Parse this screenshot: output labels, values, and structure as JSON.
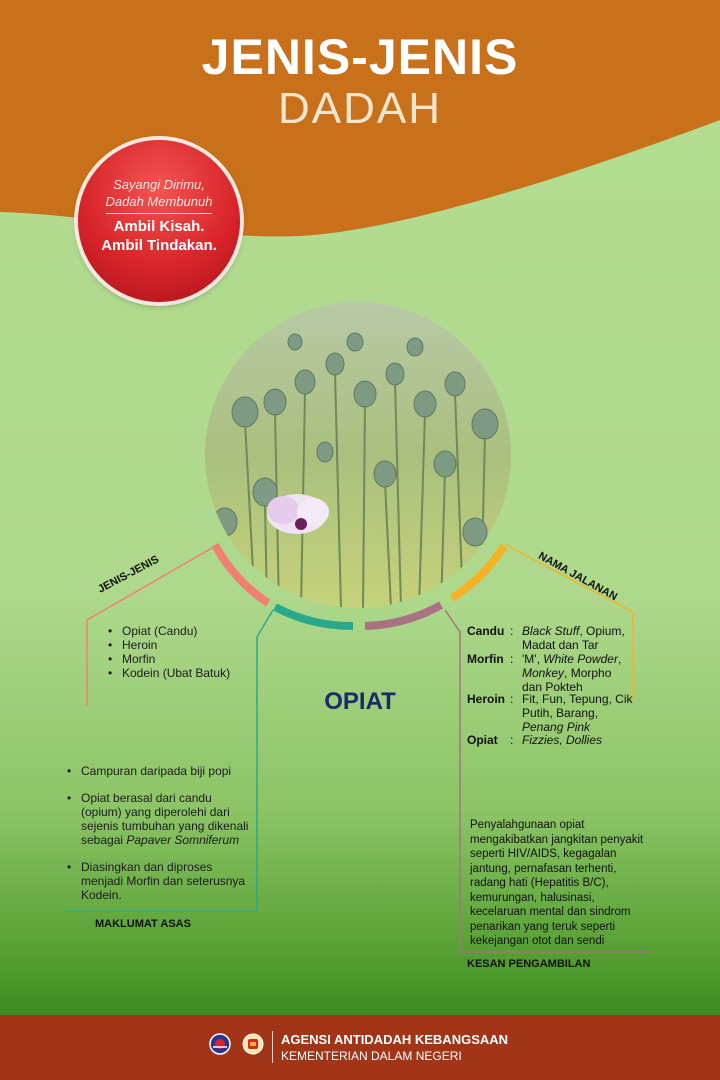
{
  "header": {
    "title_line1": "JENIS-JENIS",
    "title_line2": "DADAH"
  },
  "badge": {
    "line1": "Sayangi Dirimu,",
    "line2": "Dadah Membunuh",
    "line3": "Ambil Kisah.",
    "line4": "Ambil Tindakan."
  },
  "center_title": "OPIAT",
  "jenis": {
    "label": "JENIS-JENIS",
    "items": [
      "Opiat (Candu)",
      "Heroin",
      "Morfin",
      "Kodein (Ubat Batuk)"
    ]
  },
  "nama_jalanan": {
    "label": "NAMA JALANAN",
    "rows": [
      {
        "key": "Candu",
        "lines": [
          "Black Stuff, Opium,",
          "Madat dan Tar"
        ]
      },
      {
        "key": "Morfin",
        "lines": [
          "'M', White Powder,",
          "Monkey, Morpho",
          "dan Pokteh"
        ]
      },
      {
        "key": "Heroin",
        "lines": [
          "Fit, Fun, Tepung, Cik",
          "Putih, Barang,",
          "Penang Pink"
        ]
      },
      {
        "key": "Opiat",
        "lines": [
          "Fizzies, Dollies"
        ]
      }
    ]
  },
  "maklumat": {
    "label": "MAKLUMAT ASAS",
    "items": [
      "Campuran daripada biji popi",
      "Opiat berasal dari candu (opium) yang diperolehi dari sejenis tumbuhan yang dikenali sebagai Papaver Somniferum",
      "Diasingkan dan diproses menjadi Morfin dan seterusnya Kodein."
    ]
  },
  "kesan": {
    "label": "KESAN PENGAMBILAN",
    "text": "Penyalahgunaan opiat mengakibatkan jangkitan penyakit seperti HIV/AIDS, kegagalan jantung, pernafasan terhenti, radang hati (Hepatitis B/C), kemurungan, halusinasi, kecelaruan mental dan sindrom penarikan yang teruk seperti kekejangan otot dan sendi"
  },
  "footer": {
    "org": "AGENSI ANTIDADAH KEBANGSAAN",
    "ministry": "KEMENTERIAN DALAM NEGERI"
  },
  "colors": {
    "header_orange": "#c8701a",
    "badge_red": "#d9252b",
    "title_navy": "#1b2a6e",
    "arc_coral": "#f08070",
    "arc_teal": "#2aa88c",
    "arc_mauve": "#a87280",
    "arc_amber": "#f5b226",
    "footer": "#a23418"
  },
  "icons": [
    "poppy-field-photo",
    "agency-emblem-icon",
    "ministry-crest-icon"
  ]
}
